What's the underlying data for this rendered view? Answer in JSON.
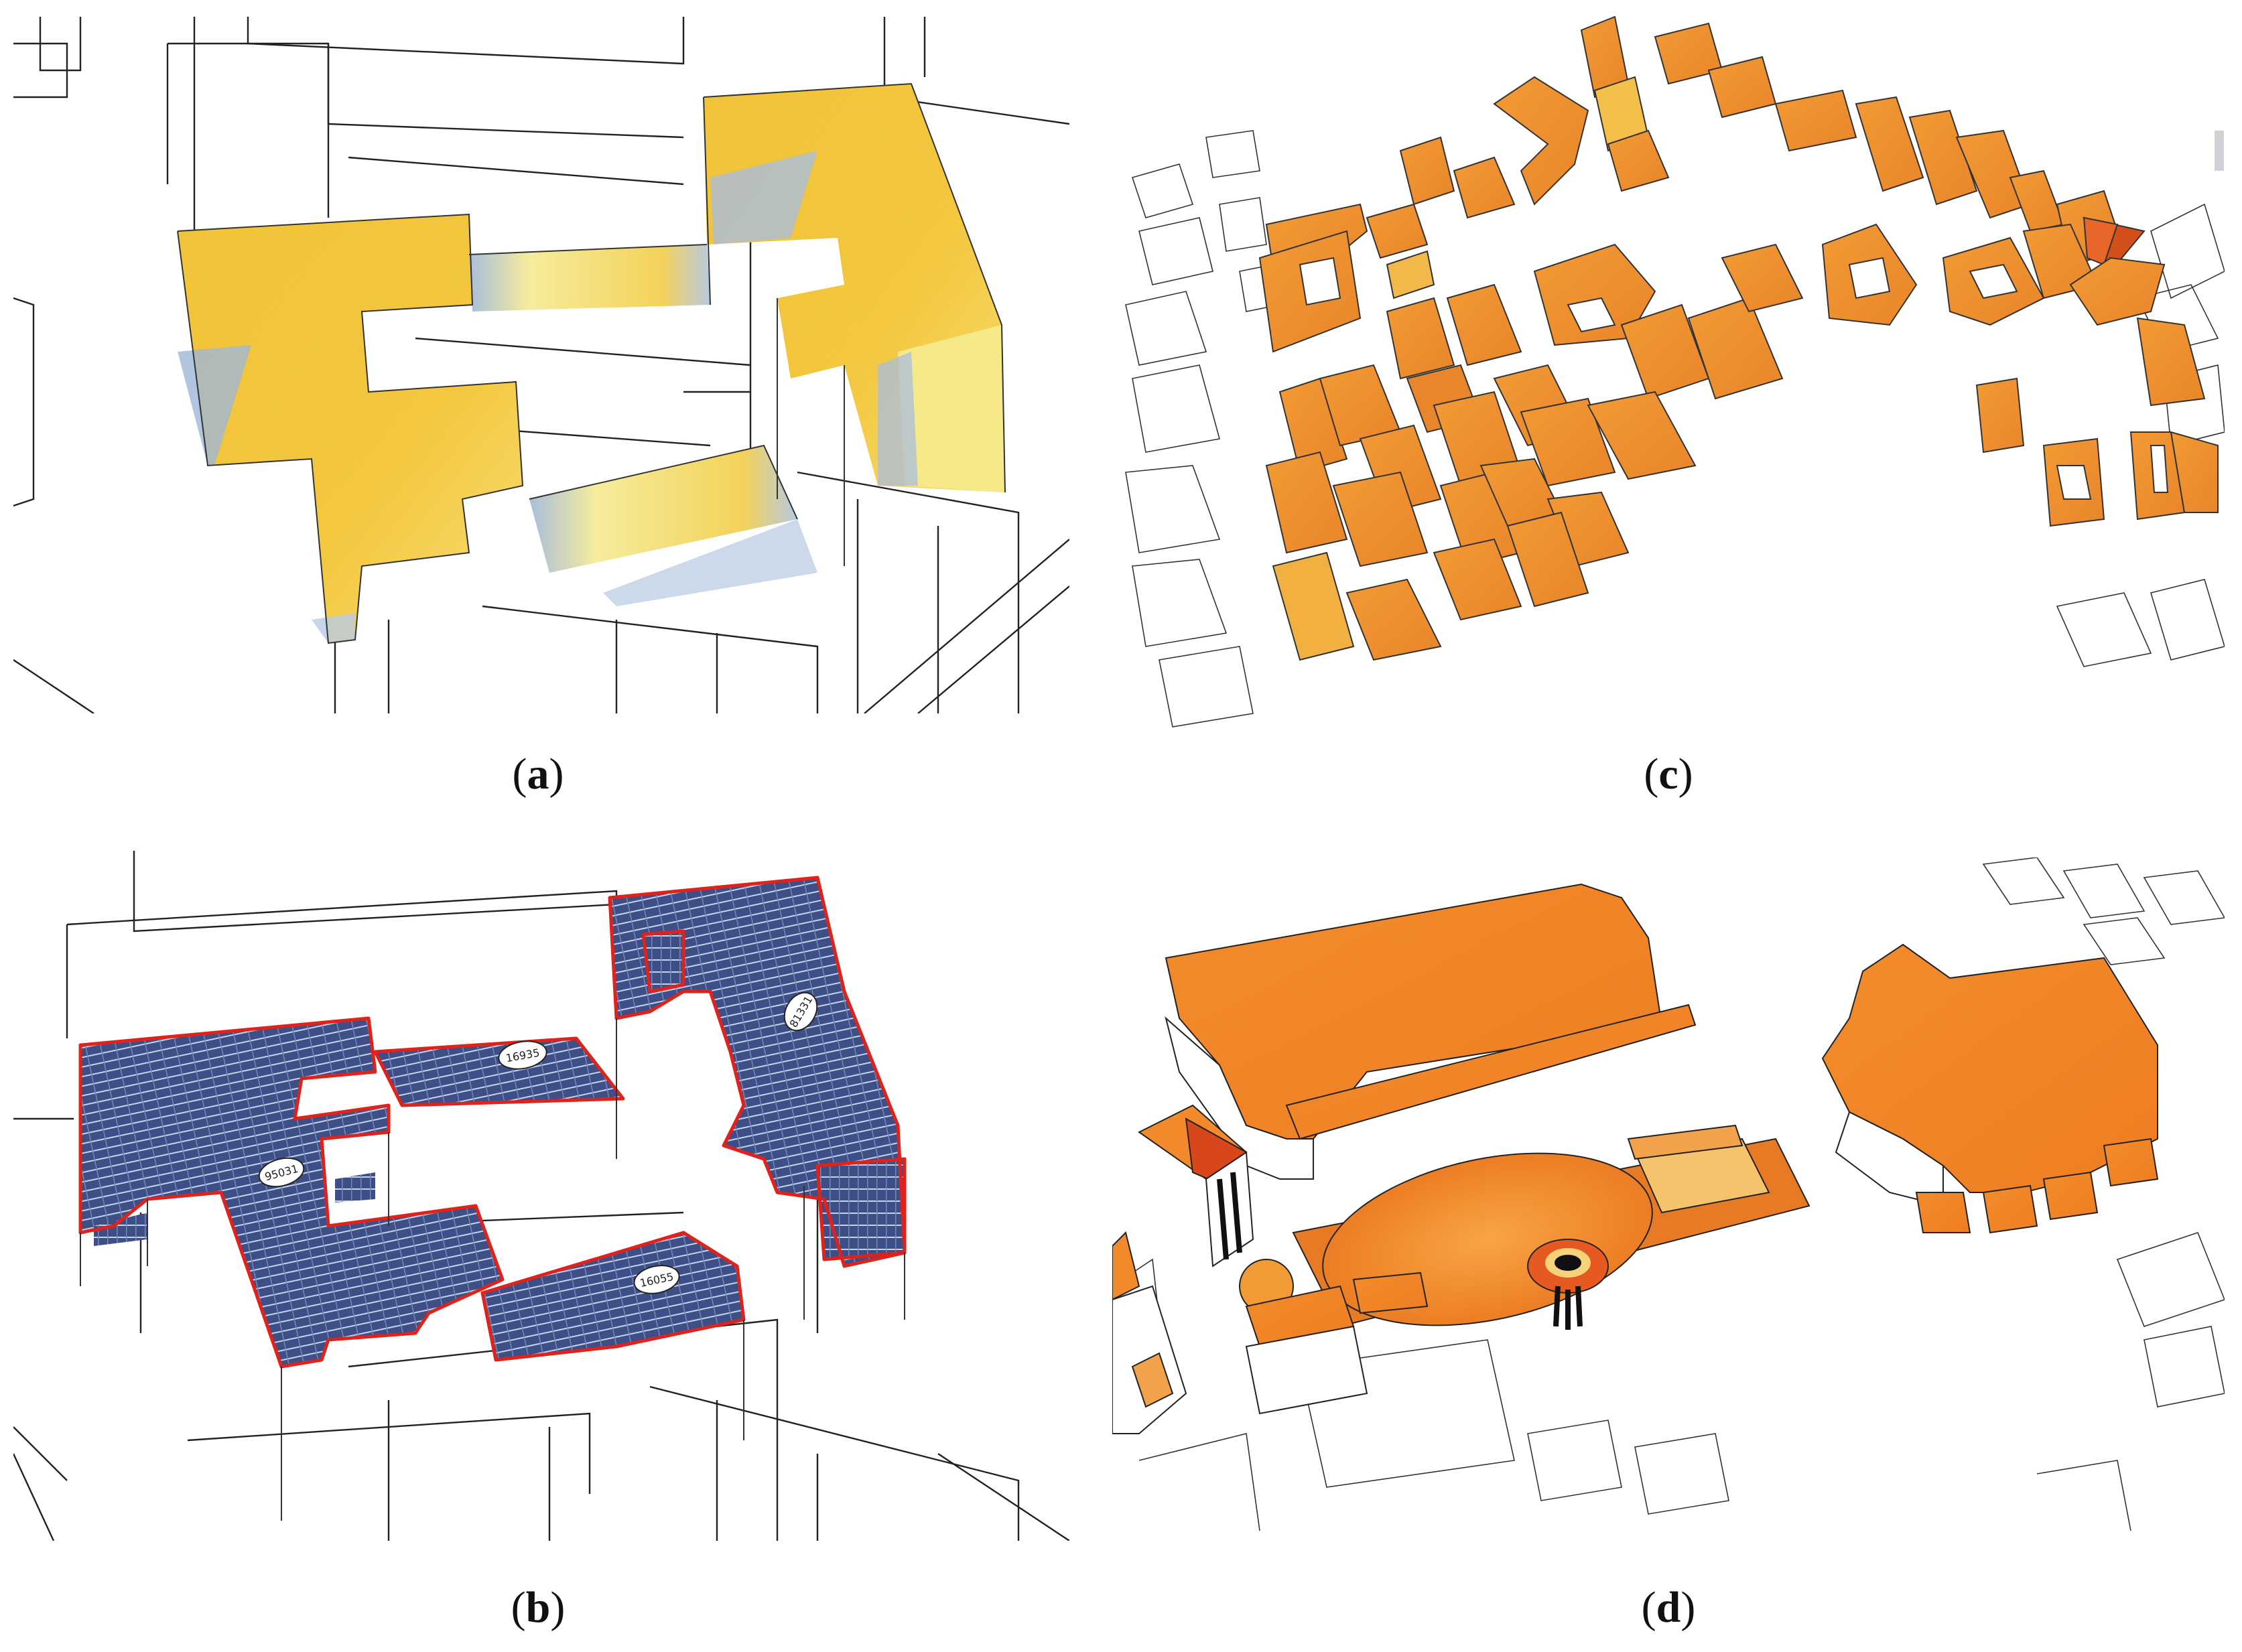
{
  "figure": {
    "panels": [
      {
        "id": "a",
        "caption_open": "(",
        "caption_letter": "a",
        "caption_close": ")"
      },
      {
        "id": "b",
        "caption_open": "(",
        "caption_letter": "b",
        "caption_close": ")"
      },
      {
        "id": "c",
        "caption_open": "(",
        "caption_letter": "c",
        "caption_close": ")"
      },
      {
        "id": "d",
        "caption_open": "(",
        "caption_letter": "d",
        "caption_close": ")"
      }
    ],
    "panel_b_tags": [
      "95031",
      "16935",
      "16055",
      "81331"
    ]
  },
  "colors": {
    "solar_yellow": "#f3c43a",
    "solar_pale": "#f8ef9a",
    "shade_blue": "#9fb6d6",
    "solar_orange": "#f08a2a",
    "solar_red": "#d8461c",
    "pv_panel_blue": "#3d4f86",
    "outline_red": "#e0221a"
  },
  "icons": [
    "tower-structure-icon"
  ]
}
